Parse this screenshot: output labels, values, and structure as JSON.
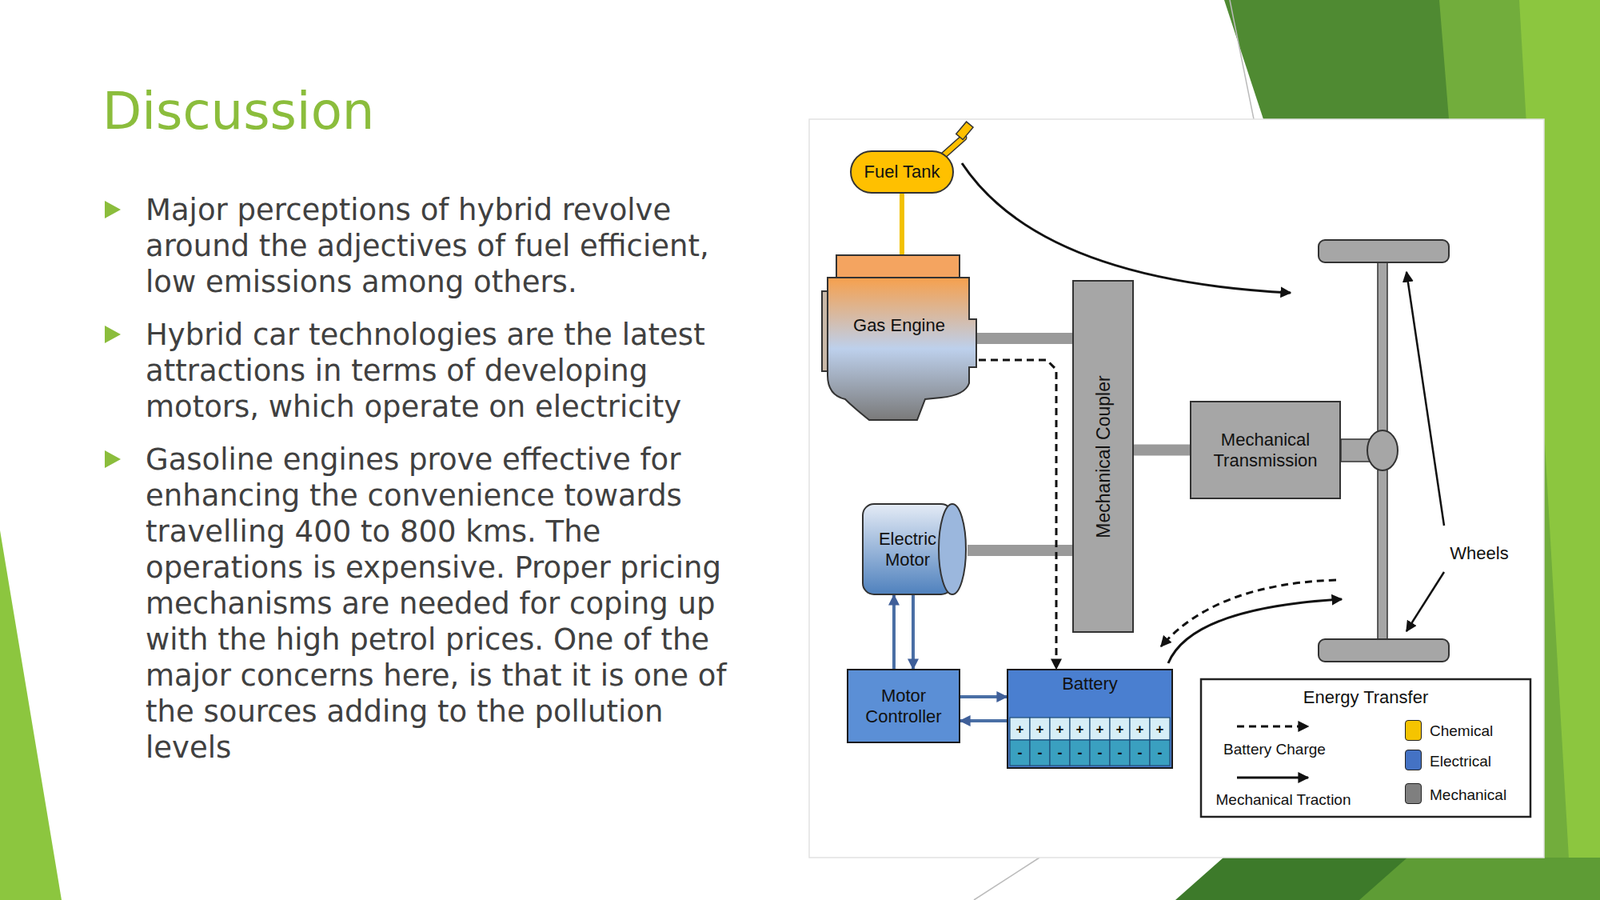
{
  "diagram": {
    "title": "Discussion",
    "nodes": [
      {
        "text": [
          "Fuel Tank"
        ]
      },
      {
        "text": [
          "Gas Engine"
        ]
      },
      {
        "text": [
          "Mechanical Coupler"
        ]
      },
      {
        "text": [
          "Mechanical Transmission"
        ]
      },
      {
        "text": [
          "Electric Motor"
        ]
      },
      {
        "text": [
          "Motor Controller"
        ]
      },
      {
        "text": [
          "Battery"
        ]
      }
    ],
    "edges": [
      {
        "from": 0,
        "to": 1,
        "arrow": "none"
      },
      {
        "from": 1,
        "to": 2,
        "arrow": "none"
      },
      {
        "from": 4,
        "to": 2,
        "arrow": "none"
      },
      {
        "from": 2,
        "to": 3,
        "arrow": "none"
      },
      {
        "from": 1,
        "to": 6,
        "arrow": "to"
      },
      {
        "from": 5,
        "to": 4,
        "arrow": "to"
      },
      {
        "from": 4,
        "to": 5,
        "arrow": "to"
      },
      {
        "from": 5,
        "to": 6,
        "arrow": "to"
      },
      {
        "from": 6,
        "to": 5,
        "arrow": "to"
      }
    ],
    "labels": [
      "Major perceptions of hybrid revolve around the adjectives of fuel efficient, low emissions among others.",
      "Hybrid car technologies are the latest attractions in terms of developing motors, which operate on electricity",
      "Gasoline engines prove effective for enhancing the convenience towards travelling 400 to 800 kms. The operations is expensive. Proper pricing mechanisms are needed for coping up with the high petrol prices. One of the major concerns here, is that it is one of the sources adding to the pollution levels",
      "Wheels",
      "Energy Transfer",
      "+",
      "+",
      "+",
      "+",
      "+",
      "+",
      "+",
      "+",
      "-",
      "-",
      "-",
      "-",
      "-",
      "-",
      "-",
      "-"
    ],
    "legend": [
      {
        "text": "Battery Charge"
      },
      {
        "text": "Mechanical Traction"
      },
      {
        "text": "Chemical",
        "color": "#f5c400"
      },
      {
        "text": "Electrical",
        "color": "#4472c4"
      },
      {
        "text": "Mechanical",
        "color": "#7f7f7f"
      }
    ]
  }
}
